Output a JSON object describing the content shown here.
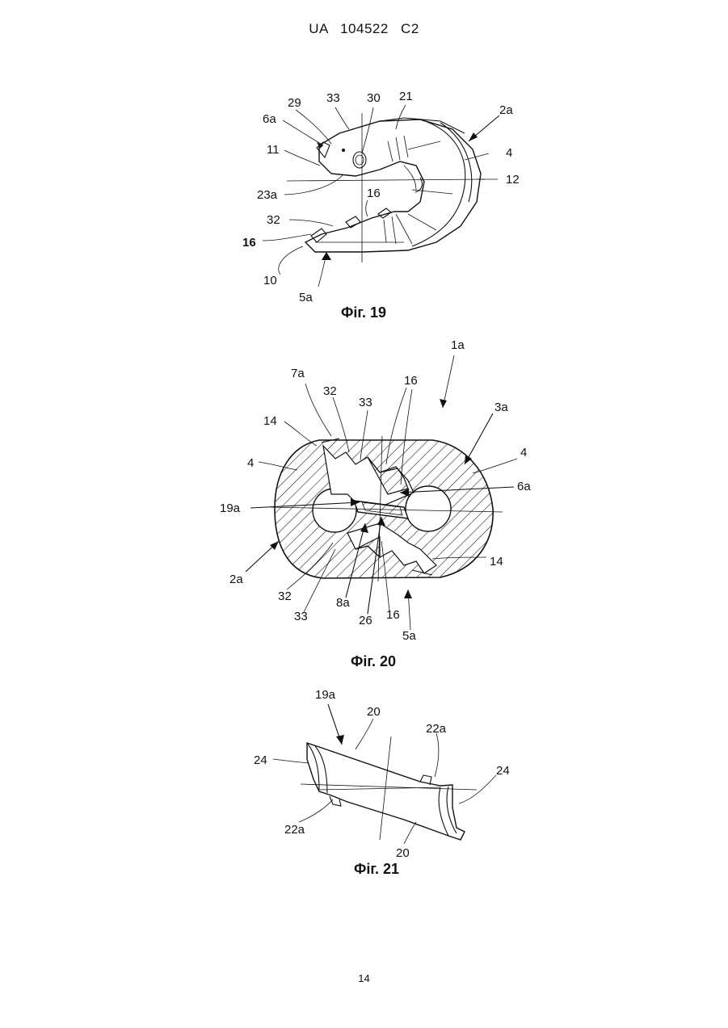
{
  "header": "UA   104522   C2",
  "page_number": "14",
  "figures": [
    {
      "caption": "Фіг. 19",
      "labels": [
        "29",
        "33",
        "30",
        "21",
        "2a",
        "6a",
        "11",
        "4",
        "12",
        "23a",
        "16",
        "32",
        "16",
        "10",
        "5a"
      ]
    },
    {
      "caption": "Фіг. 20",
      "labels": [
        "1a",
        "7a",
        "32",
        "33",
        "16",
        "3a",
        "14",
        "4",
        "4",
        "6a",
        "19a",
        "2a",
        "14",
        "32",
        "8a",
        "33",
        "26",
        "16",
        "5a"
      ]
    },
    {
      "caption": "Фіг. 21",
      "labels": [
        "19a",
        "20",
        "22a",
        "24",
        "24",
        "22a",
        "20"
      ]
    }
  ]
}
